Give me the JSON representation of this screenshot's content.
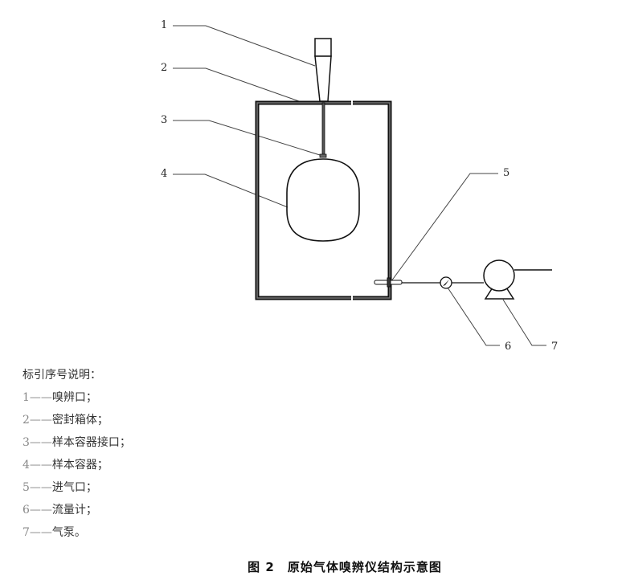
{
  "callouts": [
    "1",
    "2",
    "3",
    "4",
    "5",
    "6",
    "7"
  ],
  "legend": {
    "title": "标引序号说明：",
    "items": [
      {
        "num": "1",
        "dash": "——",
        "text": "嗅辨口；"
      },
      {
        "num": "2",
        "dash": "——",
        "text": "密封箱体；"
      },
      {
        "num": "3",
        "dash": "——",
        "text": "样本容器接口；"
      },
      {
        "num": "4",
        "dash": "——",
        "text": "样本容器；"
      },
      {
        "num": "5",
        "dash": "——",
        "text": "进气口；"
      },
      {
        "num": "6",
        "dash": "——",
        "text": "流量计；"
      },
      {
        "num": "7",
        "dash": "——",
        "text": "气泵。"
      }
    ]
  },
  "caption": {
    "label": "图 2",
    "title": "原始气体嗅辨仪结构示意图"
  }
}
